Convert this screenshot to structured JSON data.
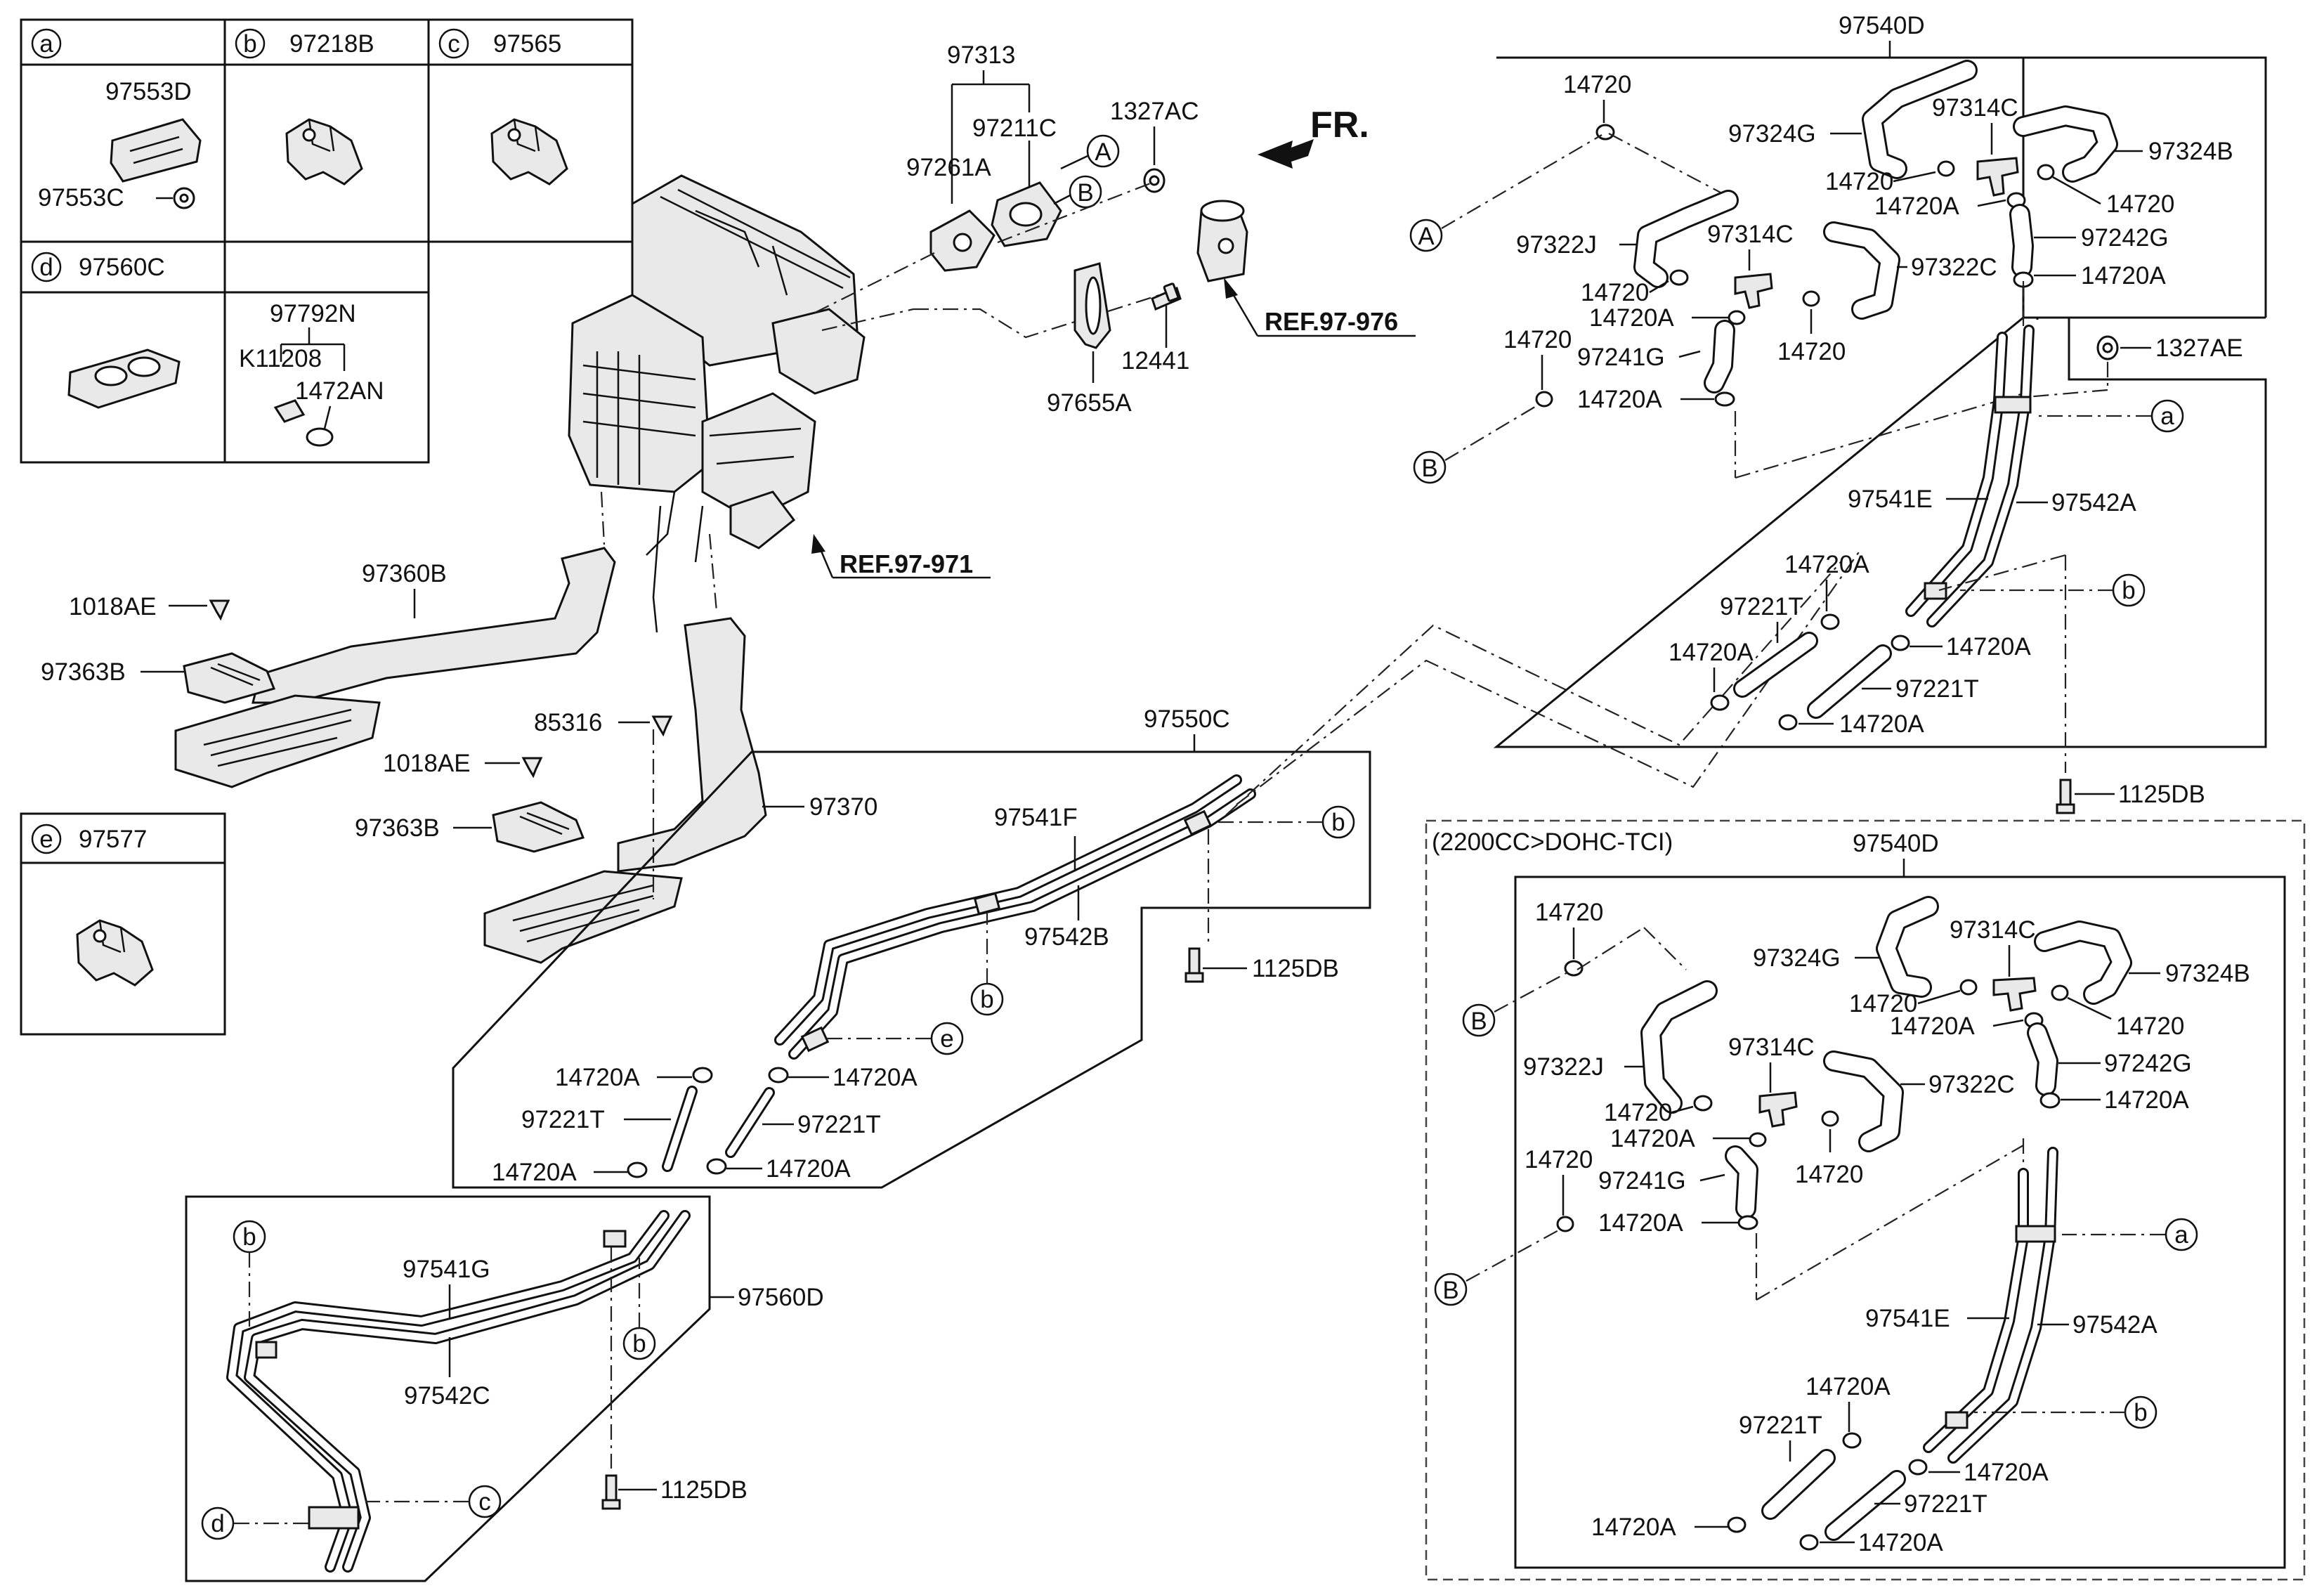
{
  "legend_a": {
    "letter": "a",
    "part_top": "97553D",
    "part_bottom": "97553C"
  },
  "legend_b": {
    "letter": "b",
    "part": "97218B"
  },
  "legend_c": {
    "letter": "c",
    "part": "97565"
  },
  "legend_d": {
    "letter": "d",
    "part": "97560C",
    "group": "97792N",
    "sub1": "K11208",
    "sub2": "1472AN"
  },
  "legend_e": {
    "letter": "e",
    "part": "97577"
  },
  "center": {
    "p97313": "97313",
    "p97211C": "97211C",
    "p97261A": "97261A",
    "p1327AC": "1327AC",
    "marker_A": "A",
    "marker_B": "B",
    "fr": "FR.",
    "ref_976": "REF.97-976",
    "p12441": "12441",
    "p97655A": "97655A",
    "ref_971": "REF.97-971"
  },
  "ducts": {
    "p1018AE_1": "1018AE",
    "p97360B": "97360B",
    "p97363B_1": "97363B",
    "p85316": "85316",
    "p1018AE_2": "1018AE",
    "p97363B_2": "97363B",
    "p97370": "97370"
  },
  "mid": {
    "p97550C": "97550C",
    "p97541F": "97541F",
    "p97542B": "97542B",
    "p1125DB": "1125DB",
    "c_b1": "b",
    "c_b2": "b",
    "c_e": "e",
    "p14720A_1": "14720A",
    "p14720A_2": "14720A",
    "p97221T_1": "97221T",
    "p97221T_2": "97221T",
    "p14720A_3": "14720A",
    "p14720A_4": "14720A"
  },
  "lower": {
    "c_b1": "b",
    "c_b2": "b",
    "c_c": "c",
    "c_d": "d",
    "p97541G": "97541G",
    "p97542C": "97542C",
    "p97560D": "97560D",
    "p1125DB": "1125DB"
  },
  "top_right": {
    "title": "97540D",
    "p14720_a": "14720",
    "p97324G": "97324G",
    "p97314C_a": "97314C",
    "p97324B": "97324B",
    "p14720_b": "14720",
    "p14720_c": "14720",
    "p14720A_a": "14720A",
    "p97322J": "97322J",
    "p97314C_b": "97314C",
    "p97242G": "97242G",
    "p97322C": "97322C",
    "p14720_d": "14720",
    "p14720A_b": "14720A",
    "p14720A_c": "14720A",
    "p14720_e": "14720",
    "p14720_f": "14720",
    "p97241G": "97241G",
    "p14720A_d": "14720A",
    "p1327AE": "1327AE",
    "marker_A": "A",
    "marker_B": "B",
    "c_a": "a",
    "c_b": "b",
    "p97541E": "97541E",
    "p97542A": "97542A",
    "p14720A_e": "14720A",
    "p97221T_a": "97221T",
    "p14720A_f": "14720A",
    "p14720A_g": "14720A",
    "p97221T_b": "97221T",
    "p14720A_h": "14720A",
    "p1125DB": "1125DB"
  },
  "bottom_right": {
    "variant": "(2200CC>DOHC-TCI)",
    "title": "97540D",
    "p14720_a": "14720",
    "p97324G": "97324G",
    "p97314C_a": "97314C",
    "p97324B": "97324B",
    "p14720_b": "14720",
    "p14720_c": "14720",
    "p14720A_a": "14720A",
    "p97322J": "97322J",
    "p97314C_b": "97314C",
    "p97242G": "97242G",
    "p97322C": "97322C",
    "p14720A_b": "14720A",
    "p14720_d": "14720",
    "p14720A_c": "14720A",
    "p14720_e": "14720",
    "p14720_f": "14720",
    "p97241G": "97241G",
    "p14720A_d": "14720A",
    "marker_B1": "B",
    "marker_B2": "B",
    "c_a": "a",
    "c_b": "b",
    "p97541E": "97541E",
    "p97542A": "97542A",
    "p14720A_e": "14720A",
    "p97221T_a": "97221T",
    "p14720A_f": "14720A",
    "p97221T_b": "97221T",
    "p14720A_g": "14720A",
    "p14720A_h": "14720A"
  }
}
